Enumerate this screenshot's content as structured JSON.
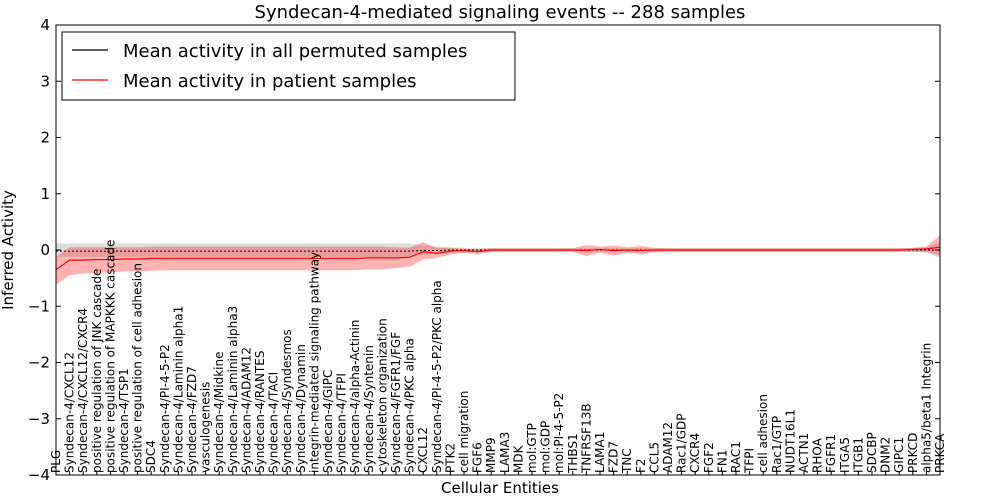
{
  "chart_data": {
    "type": "line",
    "title": "Syndecan-4-mediated signaling events -- 288 samples",
    "xlabel": "Cellular Entities",
    "ylabel": "Inferred Activity",
    "ylim": [
      -4,
      4
    ],
    "yticks": [
      -4,
      -3,
      -2,
      -1,
      0,
      1,
      2,
      3,
      4
    ],
    "grid": false,
    "legend_position": "top-left",
    "categories": [
      "PLG",
      "Syndecan-4/CXCL12",
      "Syndecan-4/CXCL12/CXCR4",
      "positive regulation of JNK cascade",
      "positive regulation of MAPKKK cascade",
      "Syndecan-4/TSP1",
      "positive regulation of cell adhesion",
      "SDC4",
      "Syndecan-4/PI-4-5-P2",
      "Syndecan-4/Laminin alpha1",
      "Syndecan-4/FZD7",
      "vasculogenesis",
      "Syndecan-4/Midkine",
      "Syndecan-4/Laminin alpha3",
      "Syndecan-4/ADAM12",
      "Syndecan-4/RANTES",
      "Syndecan-4/TACI",
      "Syndecan-4/Syndesmos",
      "Syndecan-4/Dynamin",
      "integrin-mediated signaling pathway",
      "Syndecan-4/GIPC",
      "Syndecan-4/TFPI",
      "Syndecan-4/alpha-Actinin",
      "Syndecan-4/Syntenin",
      "cytoskeleton organization",
      "Syndecan-4/FGFR1/FGF",
      "Syndecan-4/PKC alpha",
      "CXCL12",
      "Syndecan-4/PI-4-5-P2/PKC alpha",
      "PTK2",
      "cell migration",
      "FGF6",
      "MMP9",
      "LAMA3",
      "MDK",
      "mol:GTP",
      "mol:GDP",
      "mol:PI-4-5-P2",
      "THBS1",
      "TNFRSF13B",
      "LAMA1",
      "FZD7",
      "TNC",
      "F2",
      "CCL5",
      "ADAM12",
      "Rac1/GDP",
      "CXCR4",
      "FGF2",
      "FN1",
      "RAC1",
      "TFPI",
      "cell adhesion",
      "Rac1/GTP",
      "NUDT16L1",
      "ACTN1",
      "RHOA",
      "FGFR1",
      "ITGA5",
      "ITGB1",
      "SDCBP",
      "DNM2",
      "GIPC1",
      "PRKCD",
      "alpha5/beta1 Integrin",
      "PRKCA"
    ],
    "series": [
      {
        "name": "Mean activity in all permuted samples",
        "color": "#000000",
        "values": [
          -0.02,
          -0.02,
          -0.02,
          -0.02,
          -0.02,
          -0.02,
          -0.02,
          -0.02,
          -0.02,
          -0.02,
          -0.02,
          -0.02,
          -0.02,
          -0.02,
          -0.02,
          -0.02,
          -0.02,
          -0.02,
          -0.02,
          -0.02,
          -0.02,
          -0.02,
          -0.02,
          -0.02,
          -0.02,
          -0.02,
          -0.02,
          -0.01,
          -0.01,
          0,
          0,
          0,
          0,
          0,
          0,
          0,
          0,
          0,
          0,
          0,
          0,
          0,
          0,
          0,
          0,
          0,
          0,
          0,
          0,
          0,
          0,
          0,
          0,
          0,
          0,
          0,
          0,
          0,
          0,
          0,
          0,
          0,
          0,
          0,
          0,
          0
        ],
        "band_low": [
          -0.12,
          -0.12,
          -0.12,
          -0.12,
          -0.12,
          -0.12,
          -0.12,
          -0.12,
          -0.12,
          -0.12,
          -0.12,
          -0.12,
          -0.12,
          -0.12,
          -0.12,
          -0.12,
          -0.12,
          -0.12,
          -0.12,
          -0.12,
          -0.12,
          -0.12,
          -0.12,
          -0.12,
          -0.12,
          -0.12,
          -0.12,
          -0.08,
          -0.06,
          -0.05,
          -0.04,
          -0.03,
          -0.03,
          -0.03,
          -0.03,
          -0.03,
          -0.03,
          -0.03,
          -0.03,
          -0.03,
          -0.03,
          -0.03,
          -0.03,
          -0.03,
          -0.03,
          -0.03,
          -0.03,
          -0.03,
          -0.03,
          -0.03,
          -0.03,
          -0.03,
          -0.03,
          -0.03,
          -0.03,
          -0.03,
          -0.03,
          -0.03,
          -0.03,
          -0.03,
          -0.03,
          -0.03,
          -0.03,
          -0.03,
          -0.05,
          -0.14
        ],
        "band_high": [
          0.12,
          0.12,
          0.12,
          0.12,
          0.12,
          0.12,
          0.12,
          0.12,
          0.12,
          0.12,
          0.12,
          0.12,
          0.12,
          0.12,
          0.12,
          0.12,
          0.12,
          0.12,
          0.12,
          0.12,
          0.12,
          0.12,
          0.12,
          0.12,
          0.12,
          0.12,
          0.12,
          0.08,
          0.06,
          0.05,
          0.04,
          0.03,
          0.03,
          0.03,
          0.03,
          0.03,
          0.03,
          0.03,
          0.03,
          0.03,
          0.03,
          0.03,
          0.03,
          0.03,
          0.03,
          0.03,
          0.03,
          0.03,
          0.03,
          0.03,
          0.03,
          0.03,
          0.03,
          0.03,
          0.03,
          0.03,
          0.03,
          0.03,
          0.03,
          0.03,
          0.03,
          0.03,
          0.03,
          0.03,
          0.05,
          0.14
        ]
      },
      {
        "name": "Mean activity in patient samples",
        "color": "#ff0000",
        "values": [
          -0.35,
          -0.18,
          -0.18,
          -0.17,
          -0.17,
          -0.16,
          -0.16,
          -0.15,
          -0.15,
          -0.15,
          -0.15,
          -0.15,
          -0.15,
          -0.15,
          -0.15,
          -0.15,
          -0.15,
          -0.15,
          -0.15,
          -0.15,
          -0.15,
          -0.15,
          -0.15,
          -0.14,
          -0.14,
          -0.14,
          -0.13,
          -0.03,
          -0.06,
          -0.02,
          -0.01,
          -0.03,
          0,
          0,
          0,
          0,
          0,
          0,
          0,
          -0.01,
          0.01,
          -0.01,
          0,
          -0.01,
          0,
          0,
          0,
          0,
          0,
          0,
          0,
          0,
          0,
          0,
          0,
          0,
          0,
          0,
          0,
          0,
          0,
          0,
          0,
          0.01,
          0.02,
          0.05
        ],
        "band_low": [
          -0.62,
          -0.45,
          -0.42,
          -0.41,
          -0.4,
          -0.38,
          -0.38,
          -0.37,
          -0.36,
          -0.36,
          -0.36,
          -0.36,
          -0.36,
          -0.36,
          -0.36,
          -0.36,
          -0.36,
          -0.36,
          -0.36,
          -0.36,
          -0.36,
          -0.36,
          -0.36,
          -0.34,
          -0.34,
          -0.32,
          -0.3,
          -0.17,
          -0.14,
          -0.08,
          -0.05,
          -0.08,
          -0.03,
          -0.03,
          -0.03,
          -0.03,
          -0.03,
          -0.03,
          -0.03,
          -0.11,
          -0.05,
          -0.1,
          -0.05,
          -0.08,
          -0.04,
          -0.03,
          -0.03,
          -0.03,
          -0.03,
          -0.03,
          -0.03,
          -0.03,
          -0.03,
          -0.03,
          -0.03,
          -0.03,
          -0.03,
          -0.03,
          -0.03,
          -0.03,
          -0.03,
          -0.03,
          -0.03,
          -0.03,
          -0.03,
          -0.1
        ],
        "band_high": [
          -0.12,
          0.05,
          0.05,
          0.05,
          0.05,
          0.05,
          0.05,
          0.06,
          0.06,
          0.06,
          0.06,
          0.06,
          0.06,
          0.06,
          0.06,
          0.06,
          0.06,
          0.06,
          0.06,
          0.06,
          0.06,
          0.06,
          0.06,
          0.06,
          0.06,
          0.05,
          0.04,
          0.14,
          0.04,
          0.04,
          0.02,
          0.02,
          0.03,
          0.03,
          0.03,
          0.03,
          0.03,
          0.03,
          0.03,
          0.09,
          0.06,
          0.08,
          0.05,
          0.07,
          0.04,
          0.03,
          0.03,
          0.03,
          0.03,
          0.03,
          0.03,
          0.03,
          0.03,
          0.03,
          0.03,
          0.03,
          0.03,
          0.03,
          0.03,
          0.03,
          0.03,
          0.03,
          0.03,
          0.04,
          0.06,
          0.26
        ]
      }
    ]
  }
}
